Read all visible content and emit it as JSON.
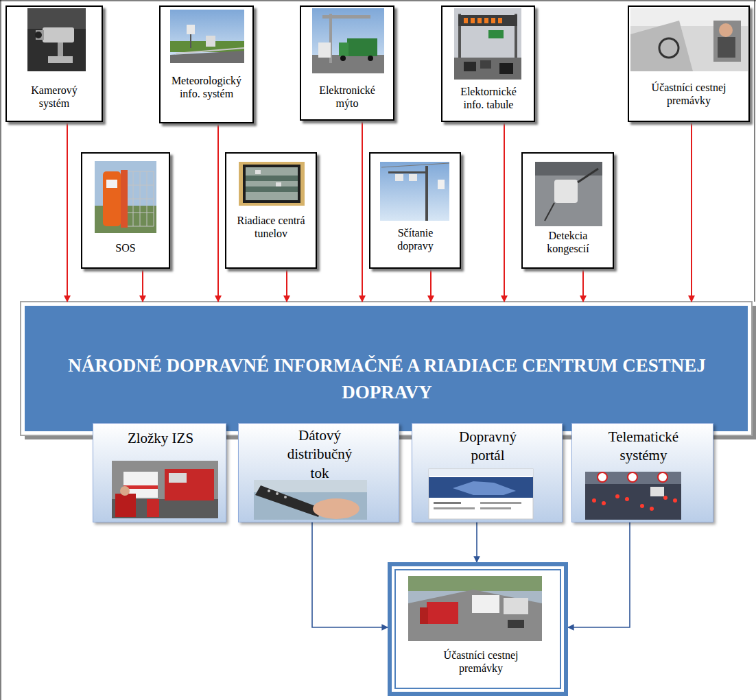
{
  "diagram": {
    "nodes": [
      {
        "text": [
          "Kamerový systém"
        ]
      },
      {
        "text": [
          "Meteorologický info. systém"
        ]
      },
      {
        "text": [
          "Elektronické mýto"
        ]
      },
      {
        "text": [
          "Elektornické info. tabule"
        ]
      },
      {
        "text": [
          "Účastníci cestnej premávky"
        ]
      },
      {
        "text": [
          "SOS"
        ]
      },
      {
        "text": [
          "Riadiace centrá tunelov"
        ]
      },
      {
        "text": [
          "Sčítanie dopravy"
        ]
      },
      {
        "text": [
          "Detekcia kongescií"
        ]
      },
      {
        "text": [
          "NÁRODNÉ DOPRAVNÉ INFORMAČNÉ A RIADIACE CENTRUM CESTNEJ DOPRAVY"
        ]
      },
      {
        "text": [
          "Zložky IZS"
        ]
      },
      {
        "text": [
          "Dátový distribučný tok"
        ]
      },
      {
        "text": [
          "Dopravný portál"
        ]
      },
      {
        "text": [
          "Telematické systémy"
        ]
      },
      {
        "text": [
          "Účastníci cestnej premávky"
        ]
      }
    ],
    "edges": [
      {
        "from": 0,
        "to": 9,
        "arrow": "to"
      },
      {
        "from": 5,
        "to": 9,
        "arrow": "to"
      },
      {
        "from": 1,
        "to": 9,
        "arrow": "to"
      },
      {
        "from": 6,
        "to": 9,
        "arrow": "to"
      },
      {
        "from": 2,
        "to": 9,
        "arrow": "to"
      },
      {
        "from": 7,
        "to": 9,
        "arrow": "to"
      },
      {
        "from": 3,
        "to": 9,
        "arrow": "to"
      },
      {
        "from": 8,
        "to": 9,
        "arrow": "to"
      },
      {
        "from": 4,
        "to": 9,
        "arrow": "to"
      },
      {
        "from": 11,
        "to": 14,
        "arrow": "to"
      },
      {
        "from": 12,
        "to": 14,
        "arrow": "to"
      },
      {
        "from": 13,
        "to": 14,
        "arrow": "to"
      }
    ]
  }
}
